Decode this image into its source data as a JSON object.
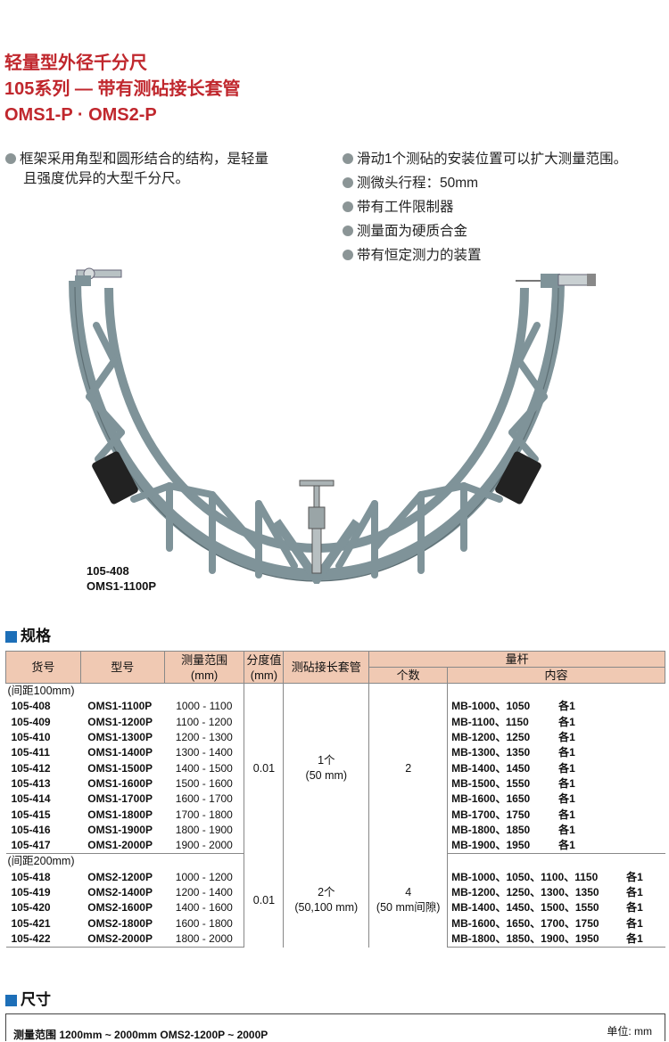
{
  "titles": [
    "轻量型外径千分尺",
    "105系列 — 带有测砧接长套管",
    "OMS1-P · OMS2-P"
  ],
  "features_left": {
    "line1": "框架采用角型和圆形结合的结构，是轻量",
    "line2": "且强度优异的大型千分尺。"
  },
  "features_right": [
    "滑动1个测砧的安装位置可以扩大测量范围。",
    "测微头行程：50mm",
    "带有工件限制器",
    "测量面为硬质合金",
    "带有恒定测力的装置"
  ],
  "caption": {
    "code": "105-408",
    "model": "OMS1-1100P"
  },
  "section_spec": "规格",
  "section_dim": "尺寸",
  "table": {
    "headers": {
      "code": "货号",
      "model": "型号",
      "range": "测量范围",
      "range_unit": "(mm)",
      "grad": "分度值",
      "grad_unit": "(mm)",
      "ext": "测砧接长套管",
      "rod": "量杆",
      "rod_count": "个数",
      "rod_content": "内容"
    },
    "groups": [
      {
        "label": "(间距100mm)",
        "grad": "0.01",
        "ext": "1个",
        "ext_note": "(50 mm)",
        "count": "2",
        "count_note": "",
        "rows": [
          {
            "code": "105-408",
            "model": "OMS1-1100P",
            "range": "1000 - 1100",
            "content": "MB-1000、1050",
            "qty": "各1"
          },
          {
            "code": "105-409",
            "model": "OMS1-1200P",
            "range": "1100 - 1200",
            "content": "MB-1100、1150",
            "qty": "各1"
          },
          {
            "code": "105-410",
            "model": "OMS1-1300P",
            "range": "1200 - 1300",
            "content": "MB-1200、1250",
            "qty": "各1"
          },
          {
            "code": "105-411",
            "model": "OMS1-1400P",
            "range": "1300 - 1400",
            "content": "MB-1300、1350",
            "qty": "各1"
          },
          {
            "code": "105-412",
            "model": "OMS1-1500P",
            "range": "1400 - 1500",
            "content": "MB-1400、1450",
            "qty": "各1"
          },
          {
            "code": "105-413",
            "model": "OMS1-1600P",
            "range": "1500 - 1600",
            "content": "MB-1500、1550",
            "qty": "各1"
          },
          {
            "code": "105-414",
            "model": "OMS1-1700P",
            "range": "1600 - 1700",
            "content": "MB-1600、1650",
            "qty": "各1"
          },
          {
            "code": "105-415",
            "model": "OMS1-1800P",
            "range": "1700 - 1800",
            "content": "MB-1700、1750",
            "qty": "各1"
          },
          {
            "code": "105-416",
            "model": "OMS1-1900P",
            "range": "1800 - 1900",
            "content": "MB-1800、1850",
            "qty": "各1"
          },
          {
            "code": "105-417",
            "model": "OMS1-2000P",
            "range": "1900 - 2000",
            "content": "MB-1900、1950",
            "qty": "各1"
          }
        ]
      },
      {
        "label": "(间距200mm)",
        "grad": "0.01",
        "ext": "2个",
        "ext_note": "(50,100 mm)",
        "count": "4",
        "count_note": "(50 mm间隙)",
        "rows": [
          {
            "code": "105-418",
            "model": "OMS2-1200P",
            "range": "1000 - 1200",
            "content": "MB-1000、1050、1100、1150",
            "qty": "各1"
          },
          {
            "code": "105-419",
            "model": "OMS2-1400P",
            "range": "1200 - 1400",
            "content": "MB-1200、1250、1300、1350",
            "qty": "各1"
          },
          {
            "code": "105-420",
            "model": "OMS2-1600P",
            "range": "1400 - 1600",
            "content": "MB-1400、1450、1500、1550",
            "qty": "各1"
          },
          {
            "code": "105-421",
            "model": "OMS2-1800P",
            "range": "1600 - 1800",
            "content": "MB-1600、1650、1700、1750",
            "qty": "各1"
          },
          {
            "code": "105-422",
            "model": "OMS2-2000P",
            "range": "1800 - 2000",
            "content": "MB-1800、1850、1900、1950",
            "qty": "各1"
          }
        ]
      }
    ]
  },
  "dim_box": {
    "left": "测量范围 1200mm ~ 2000mm  OMS2-1200P ~ 2000P",
    "unit": "单位: mm"
  }
}
